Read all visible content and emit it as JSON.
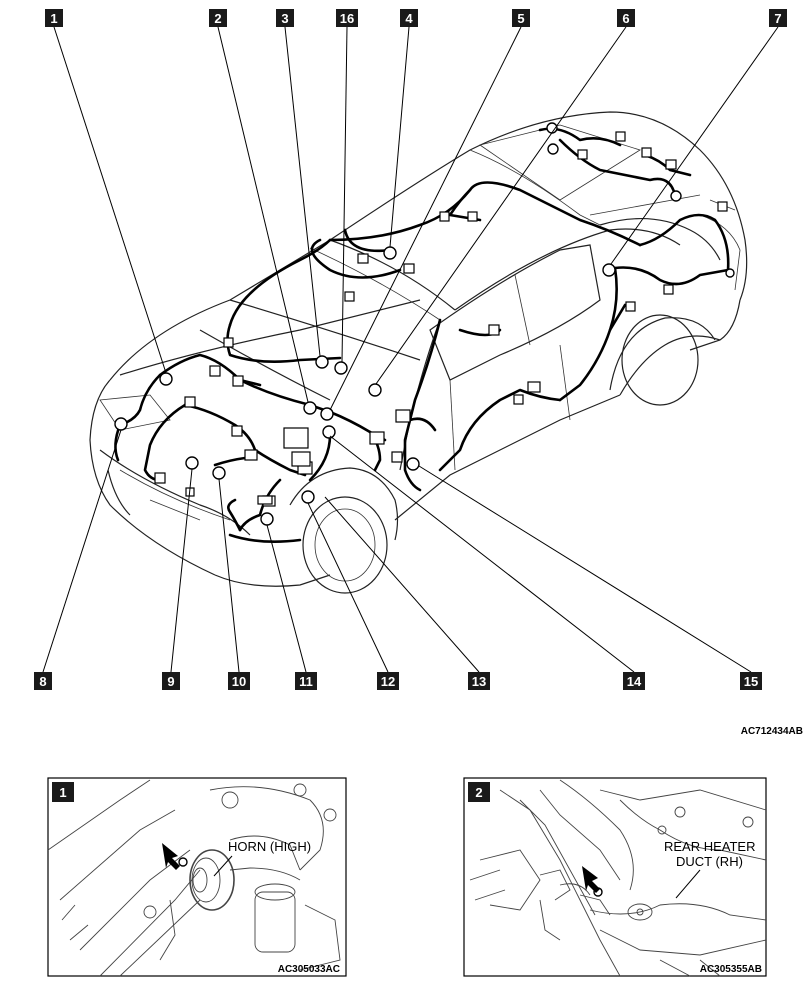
{
  "main_diagram": {
    "figure_code": "AC712434AB",
    "callouts_top": [
      "1",
      "2",
      "3",
      "16",
      "4",
      "5",
      "6",
      "7"
    ],
    "callouts_bottom": [
      "8",
      "9",
      "10",
      "11",
      "12",
      "13",
      "14",
      "15"
    ]
  },
  "detail_views": [
    {
      "number": "1",
      "label": "HORN (HIGH)",
      "figure_code": "AC305033AC"
    },
    {
      "number": "2",
      "label_line1": "REAR HEATER",
      "label_line2": "DUCT (RH)",
      "figure_code": "AC305355AB"
    }
  ]
}
